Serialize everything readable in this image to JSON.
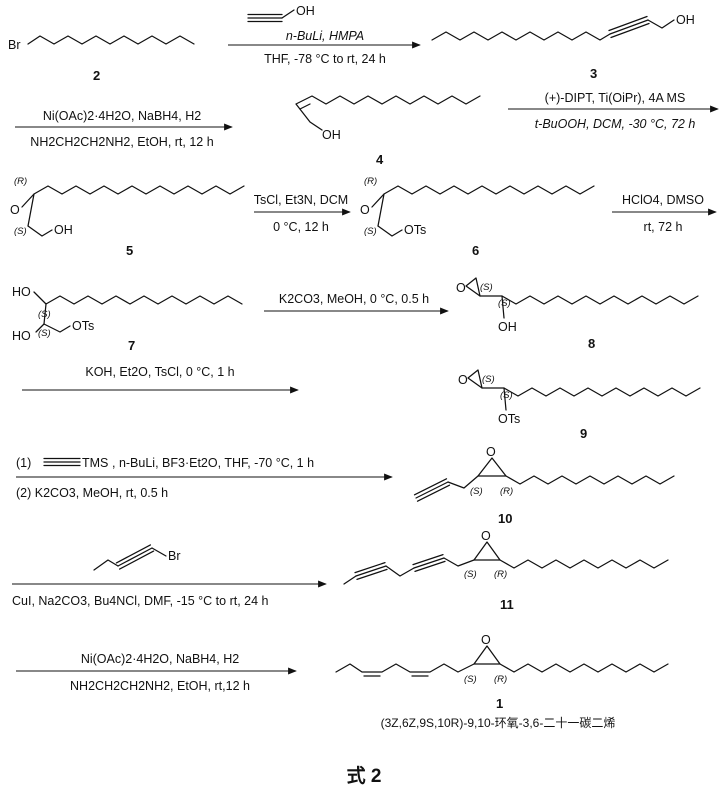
{
  "atoms": {
    "br": "Br",
    "oh": "OH",
    "ho": "HO",
    "o": "O",
    "ots": "OTs",
    "tms": "TMS"
  },
  "stereo": {
    "r": "(R)",
    "s": "(S)"
  },
  "compounds": {
    "c2": "2",
    "c3": "3",
    "c4": "4",
    "c5": "5",
    "c6": "6",
    "c7": "7",
    "c8": "8",
    "c9": "9",
    "c10": "10",
    "c11": "11",
    "c1": "1"
  },
  "step1": {
    "reagents": "n-BuLi, HMPA",
    "conditions": "THF, -78 °C to rt, 24 h"
  },
  "step2": {
    "reagents": "Ni(OAc)2·4H2O, NaBH4, H2",
    "conditions": "NH2CH2CH2NH2, EtOH, rt, 12 h"
  },
  "step3": {
    "reagents": "(+)-DIPT, Ti(OiPr), 4A MS",
    "conditions": "t-BuOOH, DCM, -30 °C, 72 h"
  },
  "step4": {
    "reagents": "TsCl, Et3N, DCM",
    "conditions": "0 °C, 12 h"
  },
  "step5": {
    "reagents": "HClO4, DMSO",
    "conditions": "rt, 72 h"
  },
  "step6": {
    "reagents": "K2CO3, MeOH, 0 °C, 0.5 h"
  },
  "step7": {
    "reagents": "KOH, Et2O, TsCl, 0 °C, 1 h"
  },
  "step8": {
    "line1_prefix": "(1)",
    "line1_rest": ", n-BuLi, BF3·Et2O, THF, -70 °C, 1 h",
    "line2": "(2) K2CO3, MeOH, rt, 0.5 h"
  },
  "step9": {
    "conditions": "CuI, Na2CO3, Bu4NCl, DMF, -15 °C to rt, 24 h"
  },
  "step10": {
    "reagents": "Ni(OAc)2·4H2O, NaBH4, H2",
    "conditions": "NH2CH2CH2NH2, EtOH, rt,12 h"
  },
  "product_name": "(3Z,6Z,9S,10R)-9,10-环氧-3,6-二十一碳二烯",
  "figure_label": "式 2"
}
